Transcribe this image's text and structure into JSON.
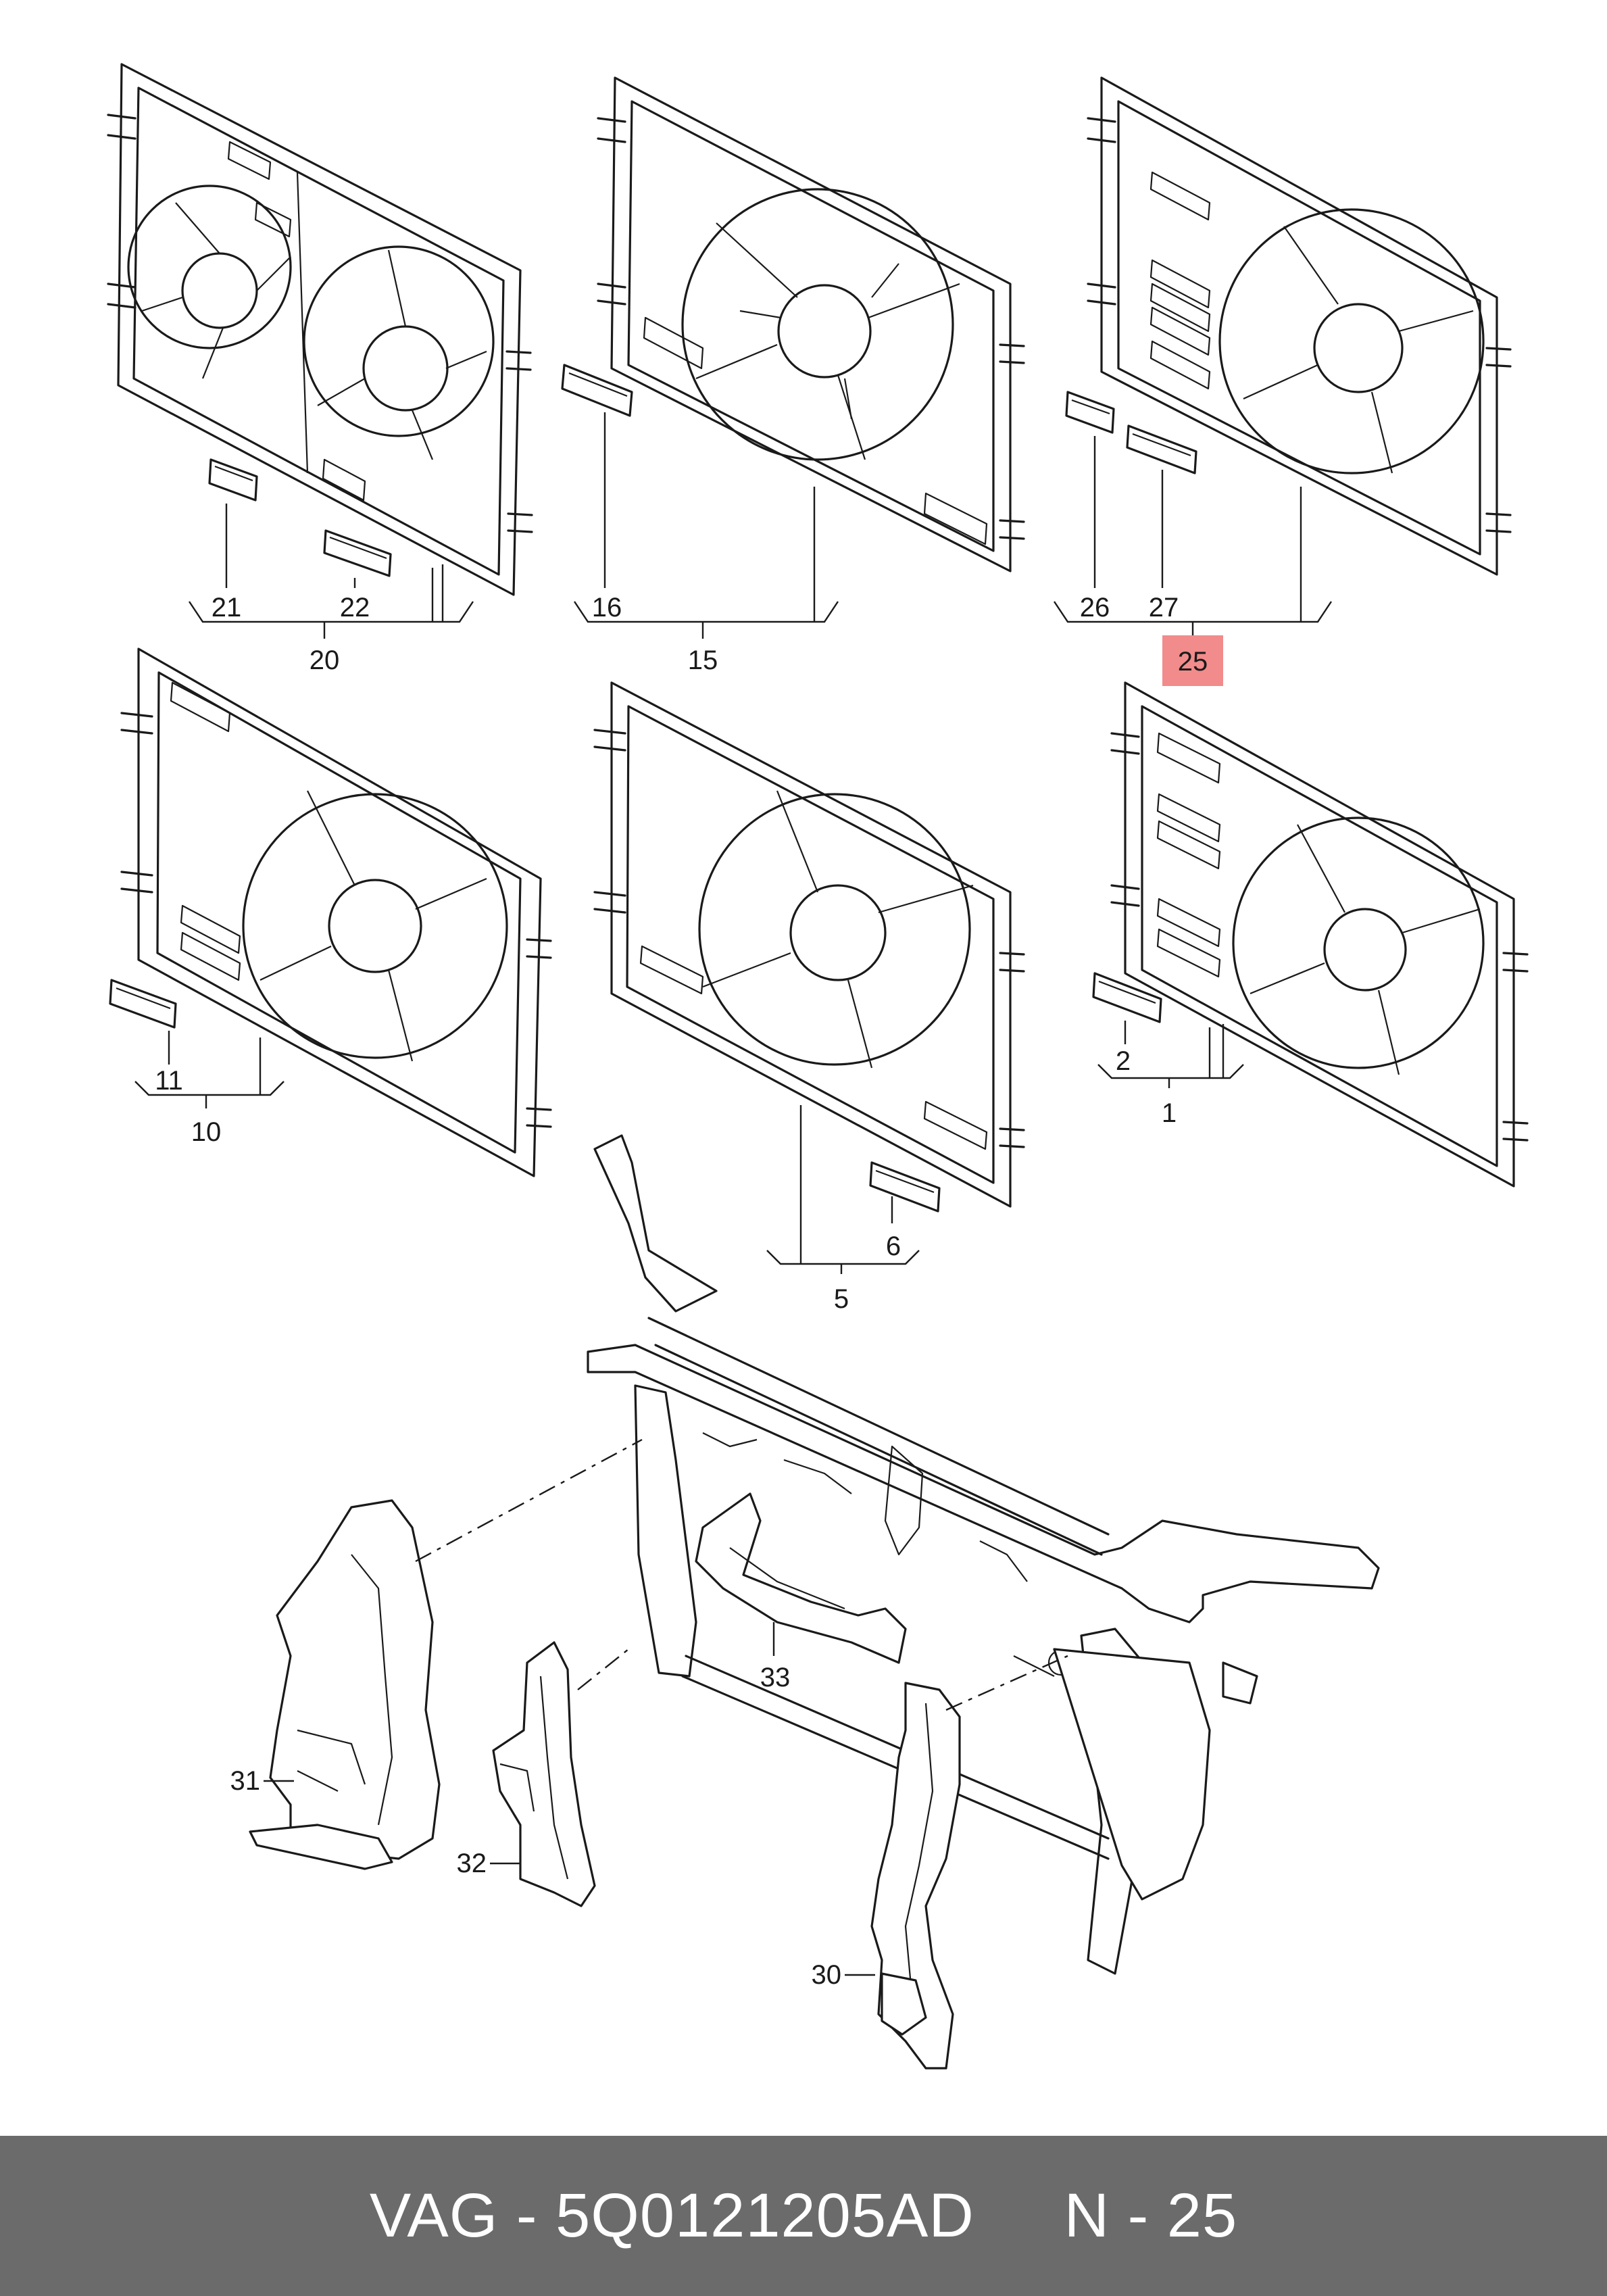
{
  "diagram": {
    "labels": {
      "l21": "21",
      "l22": "22",
      "l20": "20",
      "l16": "16",
      "l15": "15",
      "l26": "26",
      "l27": "27",
      "l25": "25",
      "l11": "11",
      "l10": "10",
      "l6": "6",
      "l5": "5",
      "l2": "2",
      "l1": "1",
      "l33": "33",
      "l31": "31",
      "l32": "32",
      "l30": "30"
    },
    "highlight_color": "#f28b8b"
  },
  "footer": {
    "text": "VAG - 5Q0121205AD     N - 25",
    "background": "#6b6b6b"
  }
}
